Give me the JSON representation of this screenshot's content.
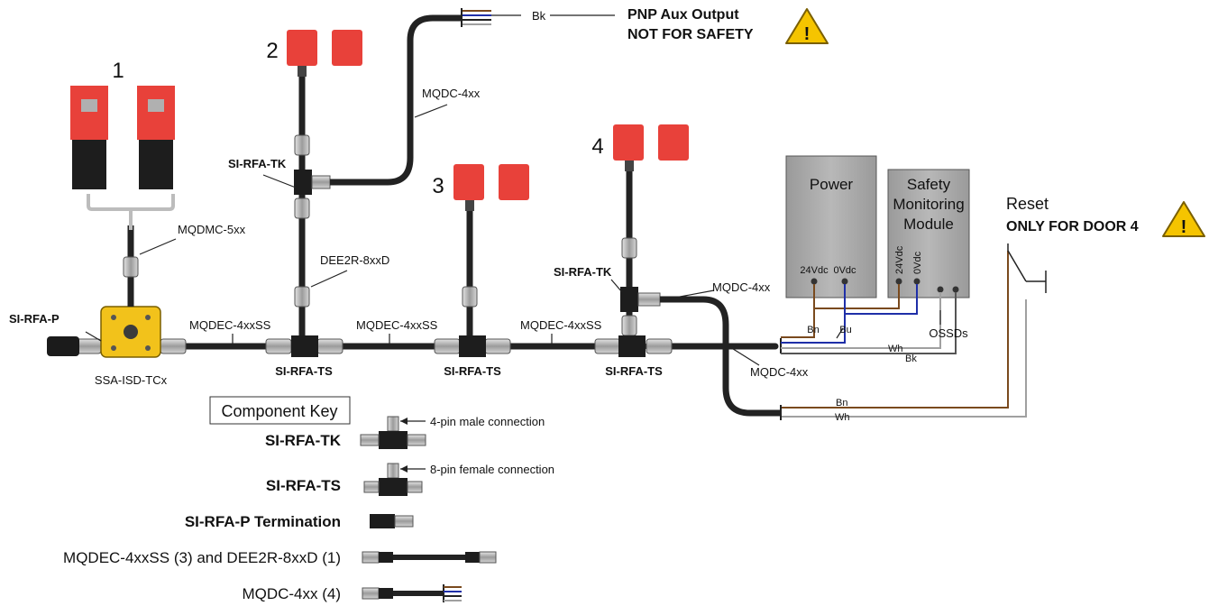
{
  "devices": {
    "n1": "1",
    "n2": "2",
    "n3": "3",
    "n4": "4"
  },
  "cables": {
    "mqdmc": "MQDMC-5xx",
    "mqdc_top": "MQDC-4xx",
    "dee2r": "DEE2R-8xxD",
    "mqdec_1": "MQDEC-4xxSS",
    "mqdec_2": "MQDEC-4xxSS",
    "mqdec_3": "MQDEC-4xxSS",
    "mqdc_right_top": "MQDC-4xx",
    "mqdc_right_bottom": "MQDC-4xx"
  },
  "parts": {
    "si_rfa_tk_1": "SI-RFA-TK",
    "si_rfa_tk_2": "SI-RFA-TK",
    "si_rfa_p": "SI-RFA-P",
    "ssa": "SSA-ISD-TCx",
    "si_rfa_ts_1": "SI-RFA-TS",
    "si_rfa_ts_2": "SI-RFA-TS",
    "si_rfa_ts_3": "SI-RFA-TS"
  },
  "aux": {
    "bk": "Bk",
    "line1": "PNP Aux Output",
    "line2": "NOT FOR SAFETY"
  },
  "power": {
    "title": "Power",
    "v24": "24Vdc",
    "v0": "0Vdc"
  },
  "smm": {
    "line1": "Safety",
    "line2": "Monitoring",
    "line3": "Module",
    "v24": "24Vdc",
    "v0": "0Vdc"
  },
  "wires": {
    "bn": "Bn",
    "bu": "Bu",
    "wh": "Wh",
    "bk": "Bk",
    "ossds": "OSSDs",
    "bn2": "Bn",
    "wh2": "Wh"
  },
  "reset": {
    "label": "Reset",
    "note": "ONLY FOR DOOR 4"
  },
  "key": {
    "title": "Component Key",
    "male": "4-pin male connection",
    "female": "8-pin female connection",
    "tk": "SI-RFA-TK",
    "ts": "SI-RFA-TS",
    "p": "SI-RFA-P Termination",
    "mqdec": "MQDEC-4xxSS (3) and DEE2R-8xxD (1)",
    "mqdc": "MQDC-4xx (4)"
  },
  "colors": {
    "red_sensor": "#e8413a",
    "yellow_module": "#f2c21b",
    "cable": "#222222",
    "brown": "#7a4a1e",
    "blue": "#1f2fa8",
    "grey_wire": "#a0a0a0",
    "warning": "#f5c400",
    "box_grey": "#a9a9a9"
  }
}
